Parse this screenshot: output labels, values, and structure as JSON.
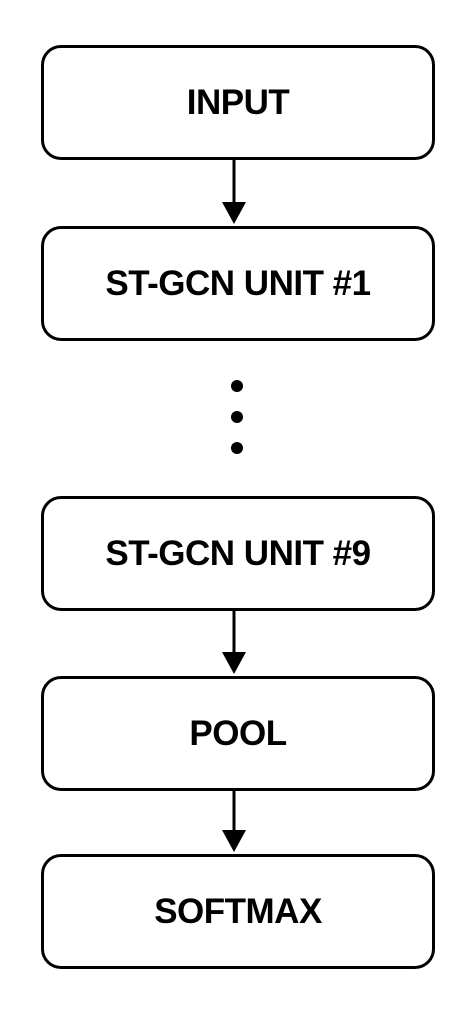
{
  "diagram": {
    "nodes": [
      {
        "id": "input",
        "label": "INPUT"
      },
      {
        "id": "unit1",
        "label": "ST-GCN UNIT #1"
      },
      {
        "id": "unit9",
        "label": "ST-GCN UNIT #9"
      },
      {
        "id": "pool",
        "label": "POOL"
      },
      {
        "id": "softmax",
        "label": "SOFTMAX"
      }
    ],
    "edges": [
      {
        "from": "input",
        "to": "unit1",
        "style": "arrow"
      },
      {
        "from": "unit1",
        "to": "unit9",
        "style": "ellipsis"
      },
      {
        "from": "unit9",
        "to": "pool",
        "style": "arrow"
      },
      {
        "from": "pool",
        "to": "softmax",
        "style": "arrow"
      }
    ],
    "colors": {
      "stroke": "#000000",
      "fill": "#ffffff"
    }
  }
}
